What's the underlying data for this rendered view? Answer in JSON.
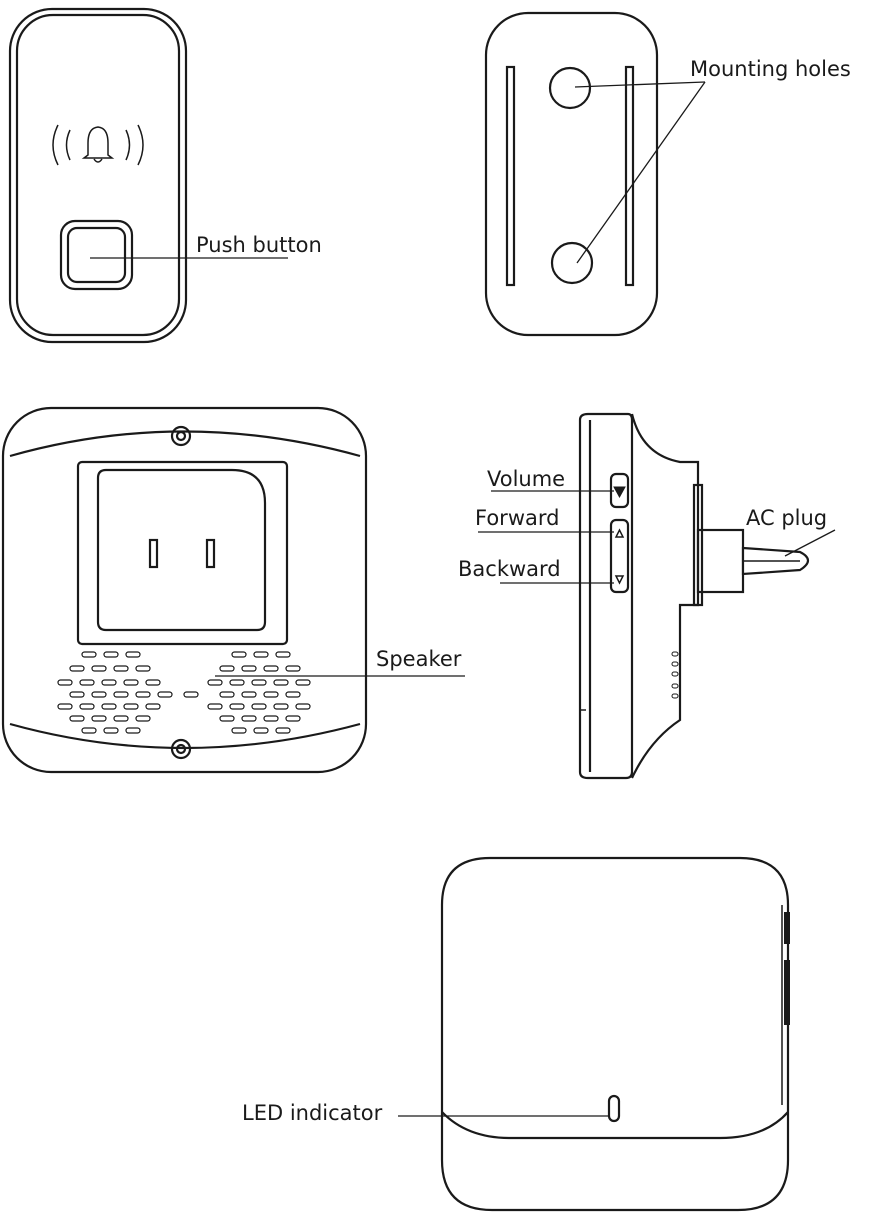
{
  "labels": {
    "push_button": "Push button",
    "mounting_holes": "Mounting holes",
    "speaker": "Speaker",
    "volume": "Volume",
    "forward": "Forward",
    "backward": "Backward",
    "ac_plug": "AC plug",
    "led_indicator": "LED indicator"
  },
  "icons": {
    "bell": "bell-icon",
    "volume": "volume-icon",
    "up_arrow": "up-triangle-icon",
    "down_arrow": "down-triangle-icon"
  },
  "colors": {
    "line": "#1a1a1a",
    "background": "#ffffff"
  }
}
